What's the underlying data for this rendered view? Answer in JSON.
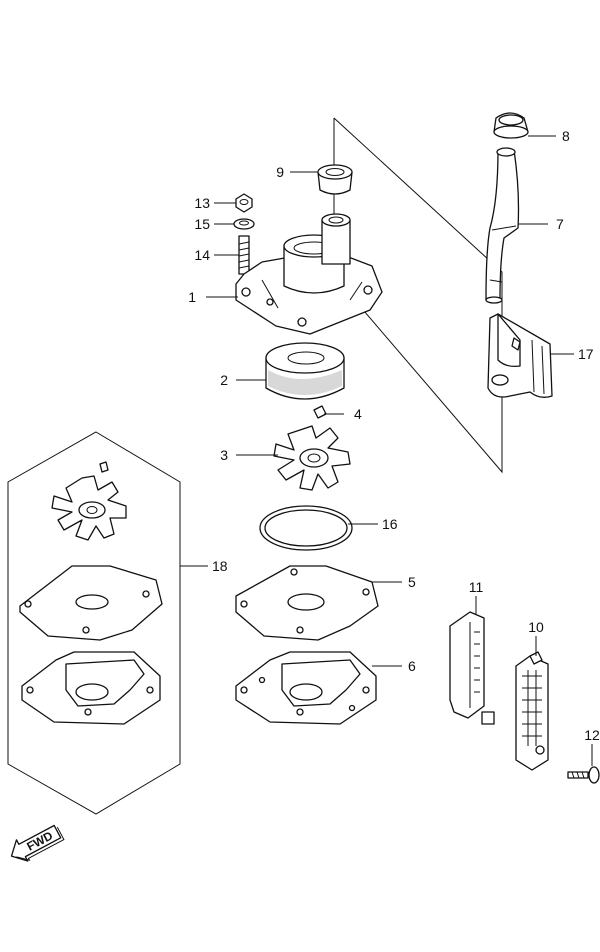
{
  "callouts": [
    {
      "id": "c1",
      "label": "1"
    },
    {
      "id": "c2",
      "label": "2"
    },
    {
      "id": "c3",
      "label": "3"
    },
    {
      "id": "c4",
      "label": "4"
    },
    {
      "id": "c5",
      "label": "5"
    },
    {
      "id": "c6",
      "label": "6"
    },
    {
      "id": "c7",
      "label": "7"
    },
    {
      "id": "c8",
      "label": "8"
    },
    {
      "id": "c9",
      "label": "9"
    },
    {
      "id": "c10",
      "label": "10"
    },
    {
      "id": "c11",
      "label": "11"
    },
    {
      "id": "c12",
      "label": "12"
    },
    {
      "id": "c13",
      "label": "13"
    },
    {
      "id": "c14",
      "label": "14"
    },
    {
      "id": "c15",
      "label": "15"
    },
    {
      "id": "c16",
      "label": "16"
    },
    {
      "id": "c17",
      "label": "17"
    },
    {
      "id": "c18",
      "label": "18"
    }
  ],
  "direction_badge": {
    "text": "FWD"
  },
  "colors": {
    "line": "#111111",
    "background": "#ffffff",
    "shade": "#d8d8d8"
  }
}
